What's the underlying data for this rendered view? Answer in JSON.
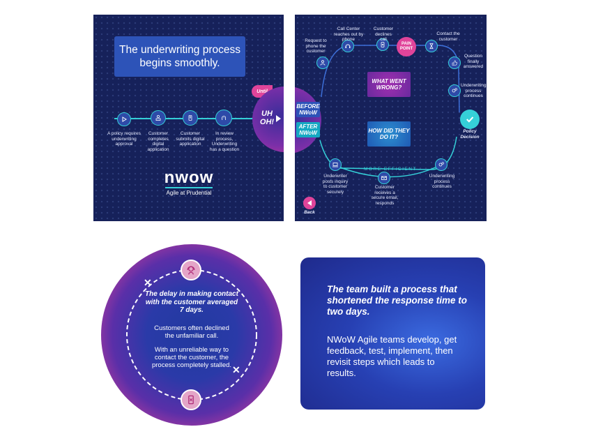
{
  "panel1": {
    "headline": "The underwriting process begins smoothly.",
    "until_label": "Until",
    "uh_oh_label": "UH OH!",
    "steps": [
      {
        "icon": "play-icon",
        "label": "A policy requires underwriting approval"
      },
      {
        "icon": "person-laptop-icon",
        "label": "Customer completes digital application"
      },
      {
        "icon": "phone-submit-icon",
        "label": "Customer submits digital application"
      },
      {
        "icon": "question-head-icon",
        "label": "In review process, Underwriting has a question"
      }
    ],
    "logo_text": "nwow",
    "logo_sub": "Agile at Prudential"
  },
  "panel2": {
    "before_label": "BEFORE NWoW",
    "after_label": "AFTER NWoW",
    "what_went_wrong": "WHAT WENT WRONG?",
    "how_did": "HOW DID THEY DO IT?",
    "pain_point": "PAIN POINT",
    "more_efficient": "MORE EFFICIENT",
    "back_label": "Back",
    "top_steps": [
      {
        "icon": "phone-request-icon",
        "label": "Request to phone the customer"
      },
      {
        "icon": "headset-icon",
        "label": "Call Center reaches out by phone"
      },
      {
        "icon": "phone-declined-icon",
        "label": "Customer declines call"
      },
      {
        "icon": "hourglass-icon",
        "label": "Contact the customer"
      },
      {
        "icon": "thumbs-up-icon",
        "label": "Question finally answered"
      },
      {
        "icon": "gears-icon",
        "label": "Underwriting process continues"
      }
    ],
    "decision_label": "Policy Decision",
    "bottom_steps": [
      {
        "icon": "laptop-icon",
        "label": "Underwriter posts inquiry to customer securely"
      },
      {
        "icon": "email-icon",
        "label": "Customer receives a secure email, responds"
      },
      {
        "icon": "gears-icon",
        "label": "Underwriting process continues"
      }
    ]
  },
  "circle": {
    "lead": "The delay in making contact with the customer averaged 7 days.",
    "p1": "Customers often declined the unfamiliar call.",
    "p2": "With an unreliable way to contact the customer, the process completely stalled."
  },
  "card": {
    "lead": "The team built a process that shortened the response time to two days.",
    "body": "NWoW Agile teams develop, get feedback, test, implement, then revisit steps which leads to results."
  },
  "colors": {
    "navy": "#16215a",
    "teal": "#35d0d8",
    "pink": "#e0449a",
    "blue": "#2d53b8"
  }
}
